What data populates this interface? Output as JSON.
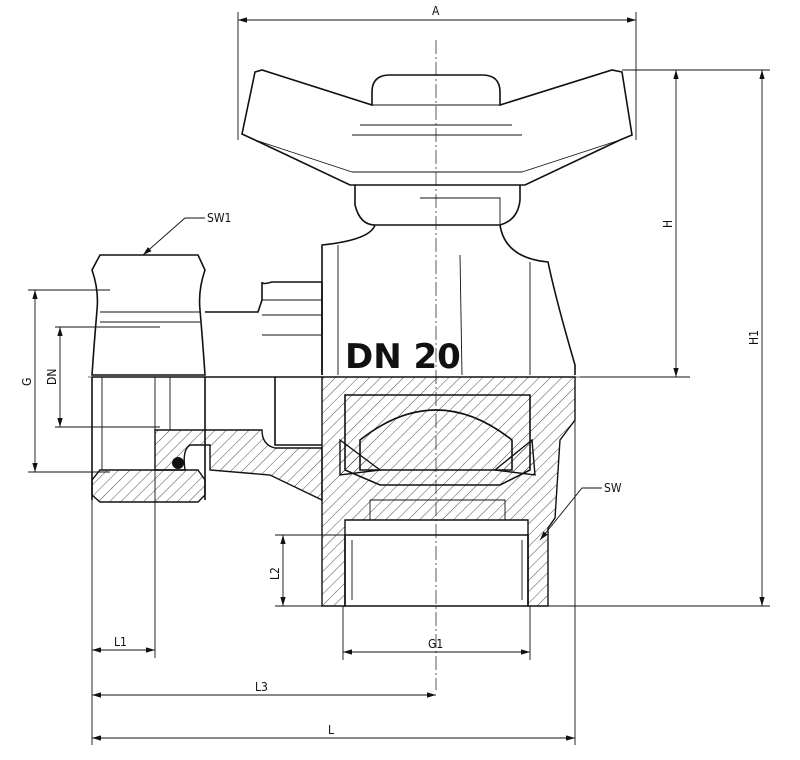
{
  "drawing": {
    "title_marking": "DN 20",
    "dimensions": {
      "A": "A",
      "H": "H",
      "H1": "H1",
      "G": "G",
      "DN": "DN",
      "SW1": "SW1",
      "SW": "SW",
      "L2": "L2",
      "G1": "G1",
      "L1": "L1",
      "L3": "L3",
      "L": "L"
    },
    "colors": {
      "line": "#111111",
      "background": "#ffffff"
    }
  }
}
